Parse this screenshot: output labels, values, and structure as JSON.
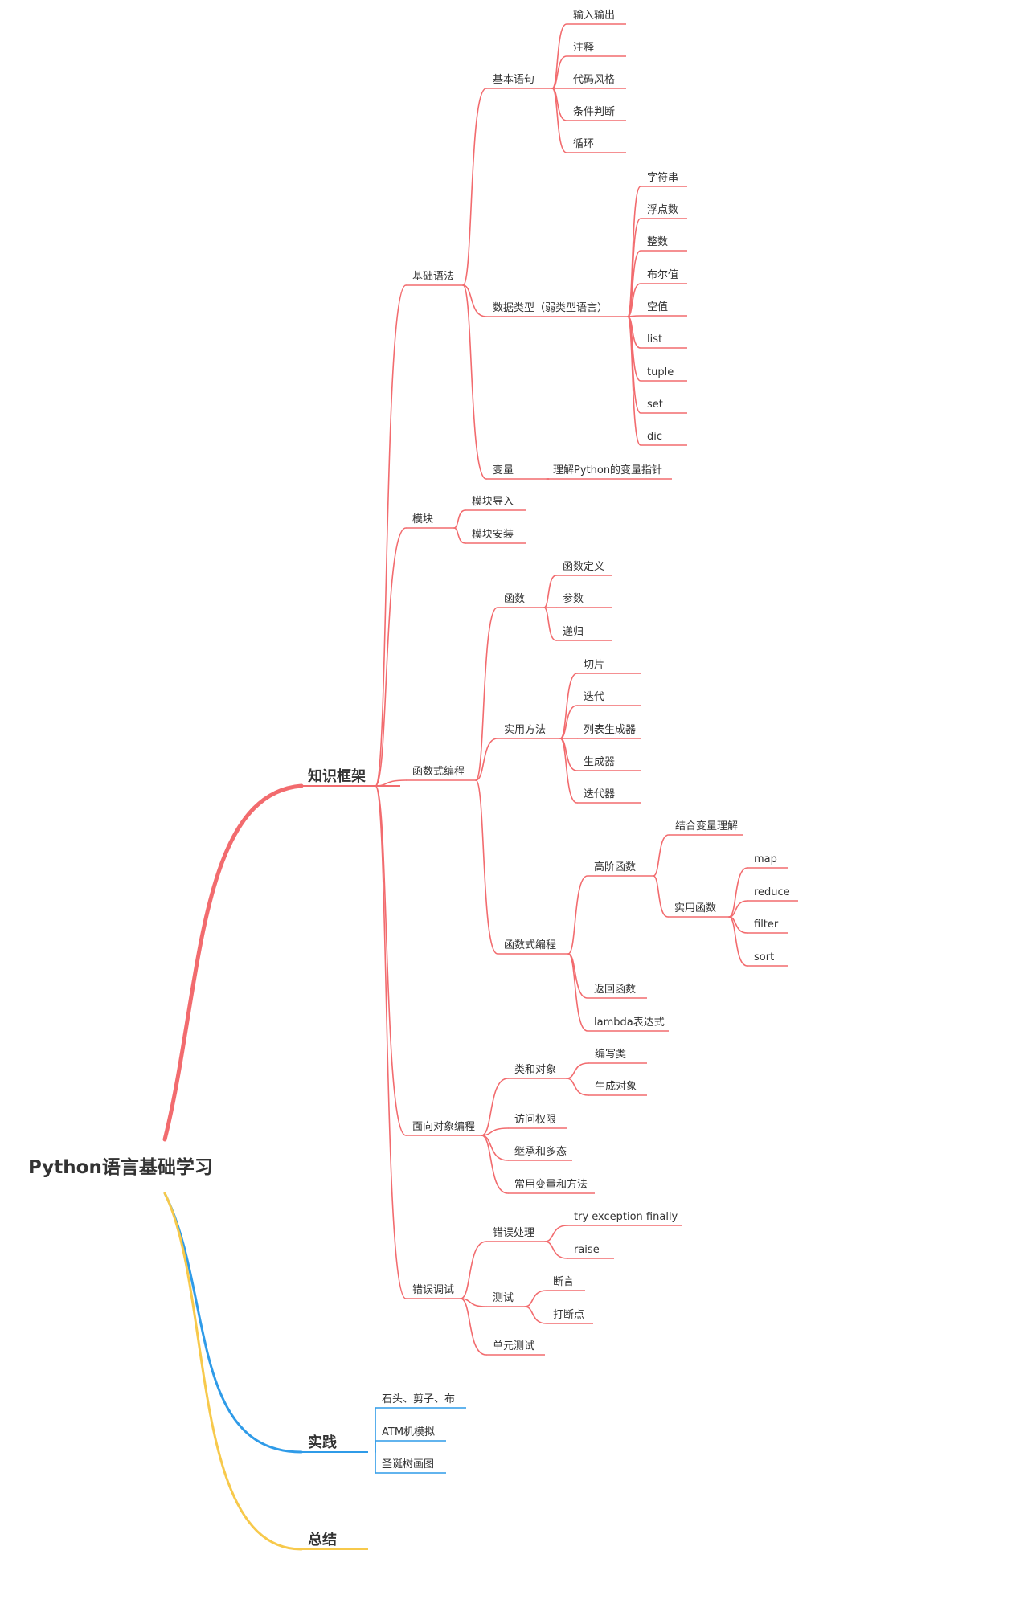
{
  "colors": {
    "red": "#f26b6e",
    "blue": "#2f9be8",
    "yellow": "#f7c94b",
    "text": "#333333"
  },
  "root": {
    "label": "Python语言基础学习"
  },
  "branches": [
    {
      "id": "knowledge",
      "label": "知识框架",
      "color": "#f26b6e",
      "children": [
        {
          "id": "basic-syntax",
          "label": "基础语法",
          "children": [
            {
              "id": "basic-statements",
              "label": "基本语句",
              "children": [
                {
                  "id": "io",
                  "label": "输入输出"
                },
                {
                  "id": "comments",
                  "label": "注释"
                },
                {
                  "id": "code-style",
                  "label": "代码风格"
                },
                {
                  "id": "conditionals",
                  "label": "条件判断"
                },
                {
                  "id": "loops",
                  "label": "循环"
                }
              ]
            },
            {
              "id": "data-types",
              "label": "数据类型（弱类型语言）",
              "children": [
                {
                  "id": "string",
                  "label": "字符串"
                },
                {
                  "id": "float",
                  "label": "浮点数"
                },
                {
                  "id": "integer",
                  "label": "整数"
                },
                {
                  "id": "boolean",
                  "label": "布尔值"
                },
                {
                  "id": "none",
                  "label": "空值"
                },
                {
                  "id": "list",
                  "label": "list"
                },
                {
                  "id": "tuple",
                  "label": "tuple"
                },
                {
                  "id": "set",
                  "label": "set"
                },
                {
                  "id": "dic",
                  "label": "dic"
                }
              ]
            },
            {
              "id": "variables",
              "label": "变量",
              "children": [
                {
                  "id": "var-pointer",
                  "label": "理解Python的变量指针"
                }
              ]
            }
          ]
        },
        {
          "id": "modules",
          "label": "模块",
          "children": [
            {
              "id": "module-import",
              "label": "模块导入"
            },
            {
              "id": "module-install",
              "label": "模块安装"
            }
          ]
        },
        {
          "id": "functional",
          "label": "函数式编程",
          "children": [
            {
              "id": "functions",
              "label": "函数",
              "children": [
                {
                  "id": "func-def",
                  "label": "函数定义"
                },
                {
                  "id": "params",
                  "label": "参数"
                },
                {
                  "id": "recursion",
                  "label": "递归"
                }
              ]
            },
            {
              "id": "practical-methods",
              "label": "实用方法",
              "children": [
                {
                  "id": "slicing",
                  "label": "切片"
                },
                {
                  "id": "iteration",
                  "label": "迭代"
                },
                {
                  "id": "list-comp",
                  "label": "列表生成器"
                },
                {
                  "id": "generator",
                  "label": "生成器"
                },
                {
                  "id": "iterator",
                  "label": "迭代器"
                }
              ]
            },
            {
              "id": "functional-sub",
              "label": "函数式编程",
              "children": [
                {
                  "id": "higher-order",
                  "label": "高阶函数",
                  "children": [
                    {
                      "id": "combine-var",
                      "label": "结合变量理解"
                    },
                    {
                      "id": "useful-funcs",
                      "label": "实用函数",
                      "children": [
                        {
                          "id": "map",
                          "label": "map"
                        },
                        {
                          "id": "reduce",
                          "label": "reduce"
                        },
                        {
                          "id": "filter",
                          "label": "filter"
                        },
                        {
                          "id": "sort",
                          "label": "sort"
                        }
                      ]
                    }
                  ]
                },
                {
                  "id": "return-func",
                  "label": "返回函数"
                },
                {
                  "id": "lambda",
                  "label": "lambda表达式"
                }
              ]
            }
          ]
        },
        {
          "id": "oop",
          "label": "面向对象编程",
          "children": [
            {
              "id": "class-object",
              "label": "类和对象",
              "children": [
                {
                  "id": "write-class",
                  "label": "编写类"
                },
                {
                  "id": "create-object",
                  "label": "生成对象"
                }
              ]
            },
            {
              "id": "access",
              "label": "访问权限"
            },
            {
              "id": "inheritance",
              "label": "继承和多态"
            },
            {
              "id": "common-vars",
              "label": "常用变量和方法"
            }
          ]
        },
        {
          "id": "debugging",
          "label": "错误调试",
          "children": [
            {
              "id": "error-handling",
              "label": "错误处理",
              "children": [
                {
                  "id": "try",
                  "label": "try exception finally"
                },
                {
                  "id": "raise",
                  "label": "raise"
                }
              ]
            },
            {
              "id": "testing",
              "label": "测试",
              "children": [
                {
                  "id": "assert",
                  "label": "断言"
                },
                {
                  "id": "breakpoint",
                  "label": "打断点"
                }
              ]
            },
            {
              "id": "unit-test",
              "label": "单元测试"
            }
          ]
        }
      ]
    },
    {
      "id": "practice",
      "label": "实践",
      "color": "#2f9be8",
      "children": [
        {
          "id": "rps",
          "label": "石头、剪子、布"
        },
        {
          "id": "atm",
          "label": "ATM机模拟"
        },
        {
          "id": "xmas",
          "label": "圣诞树画图"
        }
      ]
    },
    {
      "id": "summary",
      "label": "总结",
      "color": "#f7c94b",
      "children": []
    }
  ]
}
